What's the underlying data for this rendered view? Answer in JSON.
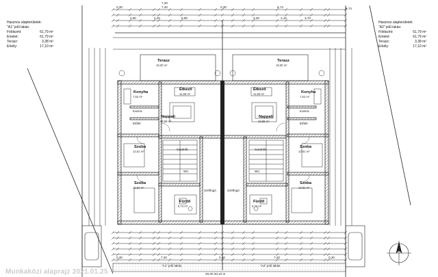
{
  "sheet": {
    "title": "Munkaközi alaprajz",
    "footer_date": "2021.01.25",
    "units_header_left": "7,20",
    "units_header_right": "6,74"
  },
  "legend_left": {
    "heading": "Hasznos alapterületek:",
    "sub": "\"A1\" jelű lakás:",
    "rows": [
      {
        "label": "Földszint:",
        "value": "61,79 m²"
      },
      {
        "label": "Emelet:",
        "value": "61,79 m²"
      },
      {
        "label": "Terasz:",
        "value": "3,38 m²"
      },
      {
        "label": "Erkély:",
        "value": "17,10 m²"
      }
    ]
  },
  "legend_right": {
    "heading": "Hasznos alapterületek:",
    "sub": "\"A2\" jelű lakás:",
    "rows": [
      {
        "label": "Földszint:",
        "value": "61,79 m²"
      },
      {
        "label": "Emelet:",
        "value": "61,79 m²"
      },
      {
        "label": "Terasz:",
        "value": "3,38 m²"
      },
      {
        "label": "Erkély:",
        "value": "17,10 m²"
      }
    ]
  },
  "unit_left": {
    "rooms": {
      "terasz": "Terasz",
      "konyha": "Konyha",
      "etkezo": "Étkező",
      "nappali": "Nappali",
      "kamra": "Kamra",
      "eloter": "Előtér",
      "szoba1": "Szoba",
      "szoba2": "Szoba",
      "furdo": "Fürdő",
      "wc": "WC",
      "gardrob": "Gardrób",
      "fsz": "Szélfogó"
    },
    "areas": {
      "terasz": "18,00 m²",
      "konyha": "7,52 m²",
      "etkezo": "11,66 m²",
      "nappali": "19,88 m²",
      "szoba1": "12,61 m²",
      "szoba2": "12,61 m²",
      "furdo": "5,74 m²"
    }
  },
  "unit_right": {
    "rooms": {
      "terasz": "Terasz",
      "konyha": "Konyha",
      "etkezo": "Étkező",
      "nappali": "Nappali",
      "kamra": "Kamra",
      "eloter": "Előtér",
      "szoba1": "Szoba",
      "szoba2": "Szoba",
      "furdo": "Fürdő",
      "wc": "WC",
      "gardrob": "Gardrób",
      "fsz": "Szélfogó"
    },
    "areas": {
      "terasz": "18,00 m²",
      "konyha": "7,52 m²",
      "etkezo": "11,66 m²",
      "nappali": "19,88 m²",
      "szoba1": "12,61 m²",
      "szoba2": "12,61 m²",
      "furdo": "5,74 m²"
    }
  },
  "dims": {
    "top_row": [
      "0,30",
      "7,20",
      "0,30",
      "6,74"
    ],
    "second_row": [
      "2,90",
      "4,20",
      "6,90",
      "3,30",
      "2,10",
      "3,70"
    ],
    "bottom_row": [
      "0,30",
      "7,20",
      "0,40",
      "7,20",
      "0,30"
    ],
    "total": "20,00 20,10 m"
  },
  "parking_left": "\"A1\" jelű lakás",
  "parking_right": "\"A2\" jelű lakás"
}
